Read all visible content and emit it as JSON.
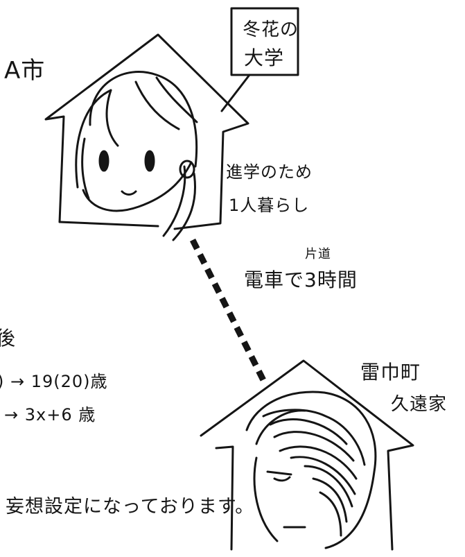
{
  "labels": {
    "city_a": "A市",
    "university_line1": "冬花の",
    "university_line2": "大学",
    "study_line1": "進学のため",
    "study_line2": "1人暮らし",
    "one_way": "片道",
    "train_time": "電車で3時間",
    "after": "後",
    "age_line1": ") → 19(20)歳",
    "age_line2": "→ 3x+6 歳",
    "town": "雷巾町",
    "family": "久遠家",
    "note": "妄想設定になっております。"
  }
}
